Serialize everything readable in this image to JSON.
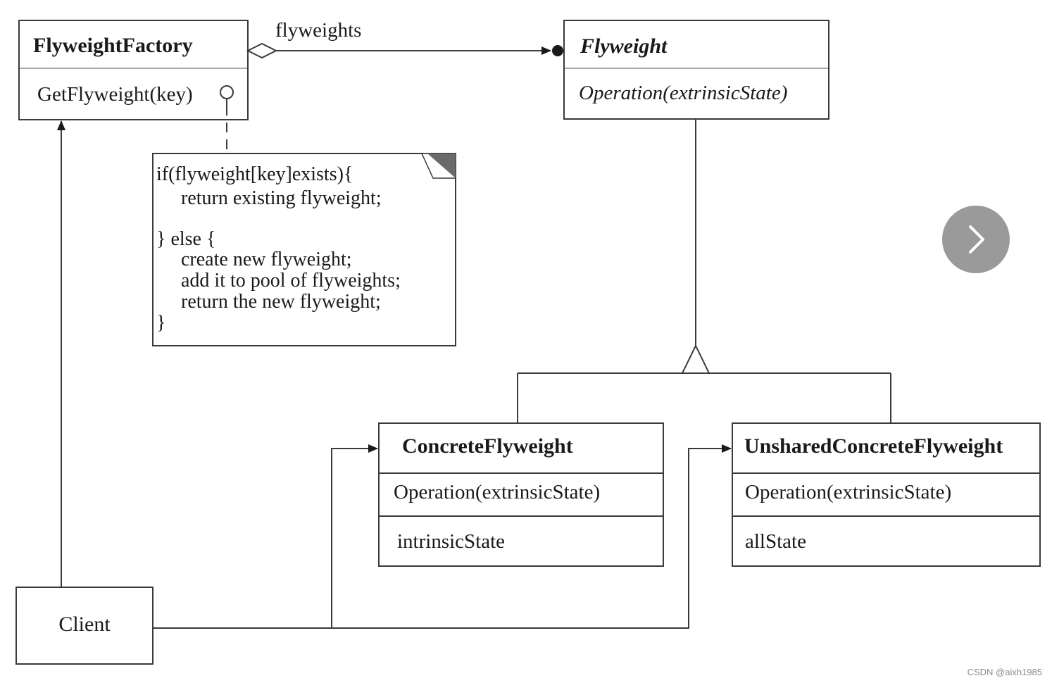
{
  "diagram": {
    "association_label": "flyweights",
    "factory": {
      "name": "FlyweightFactory",
      "operation": "GetFlyweight(key)"
    },
    "flyweight": {
      "name": "Flyweight",
      "operation": "Operation(extrinsicState)"
    },
    "concrete": {
      "name": "ConcreteFlyweight",
      "operation": "Operation(extrinsicState)",
      "attribute": "intrinsicState"
    },
    "unshared": {
      "name": "UnsharedConcreteFlyweight",
      "operation": "Operation(extrinsicState)",
      "attribute": "allState"
    },
    "client": {
      "name": "Client"
    },
    "note": {
      "lines": [
        "if(flyweight[key]exists){",
        "return existing flyweight;",
        "} else {",
        "create new flyweight;",
        "add it to pool of flyweights;",
        "return the new flyweight;",
        "}"
      ]
    }
  },
  "viewer": {
    "next_icon": "chevron-right-icon"
  },
  "watermark": "CSDN @aixh1985"
}
